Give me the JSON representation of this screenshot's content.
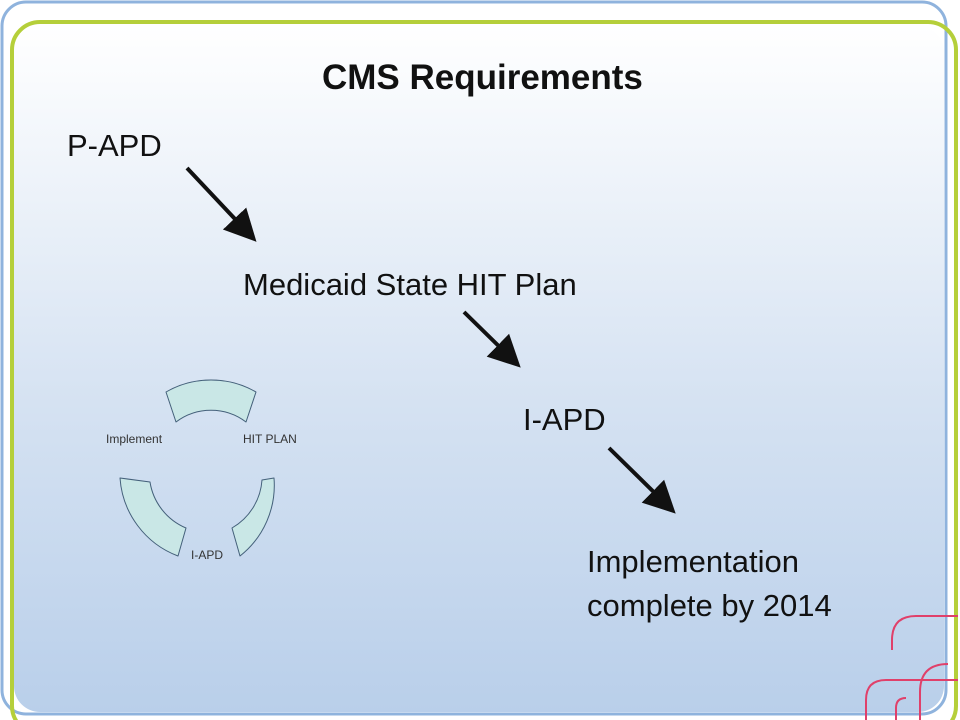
{
  "slide": {
    "title": "CMS Requirements"
  },
  "flow": {
    "steps": [
      {
        "label": "P-APD"
      },
      {
        "label": "Medicaid State HIT Plan"
      },
      {
        "label": "I-APD"
      },
      {
        "label": "Implementation complete by 2014"
      }
    ]
  },
  "cycle": {
    "labels": {
      "hit_plan": "HIT PLAN",
      "iapd": "I-APD",
      "implement": "Implement"
    }
  },
  "colors": {
    "frame_blue": "#8fb3dd",
    "frame_green": "#b5cf3a",
    "background_top": "#ffffff",
    "background_bottom": "#b9cfea",
    "cycle_fill": "#c9e7e6",
    "cycle_stroke": "#44607a",
    "corner_accent": "#e0406a",
    "arrow": "#111111"
  }
}
